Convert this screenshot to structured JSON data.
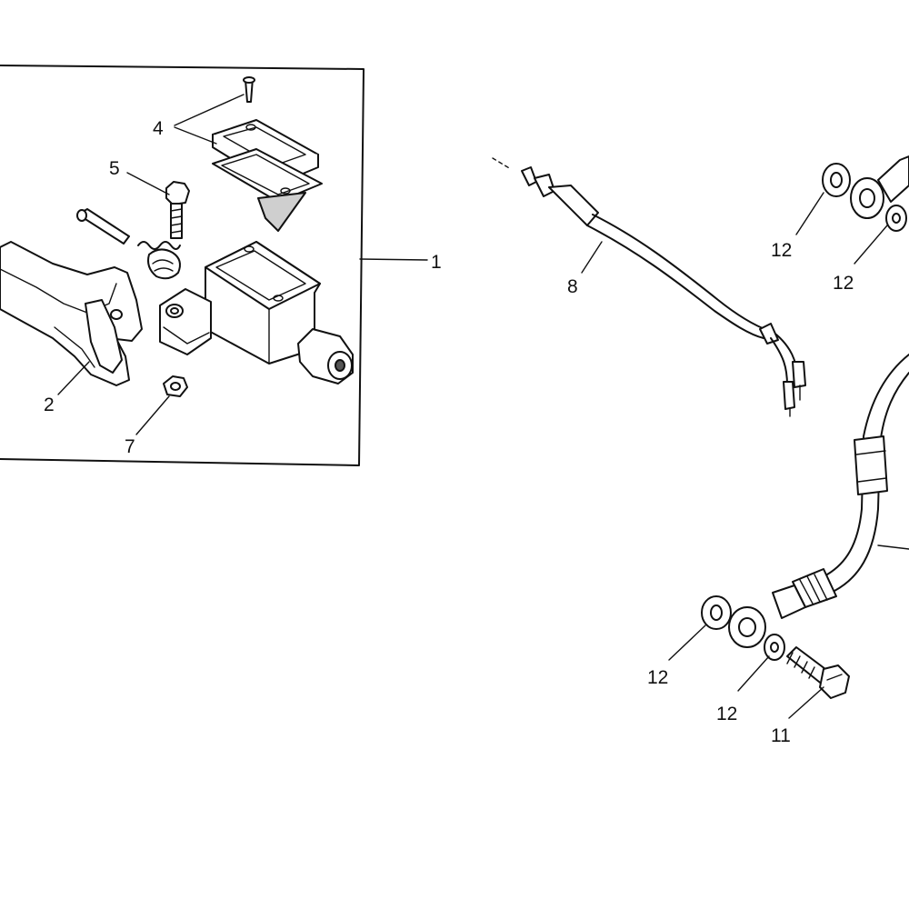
{
  "diagram": {
    "colors": {
      "ink": "#111111",
      "background": "#ffffff"
    },
    "labels": {
      "master_cylinder_assembly": "1",
      "brake_lever": "2",
      "reservoir_cap_kit": "4",
      "pivot_bolt": "5",
      "nut": "7",
      "brake_switch": "8",
      "banjo_bolt": "11",
      "washer_upper_left": "12",
      "washer_upper_right": "12",
      "washer_lower_left": "12",
      "washer_lower_right": "12"
    }
  }
}
